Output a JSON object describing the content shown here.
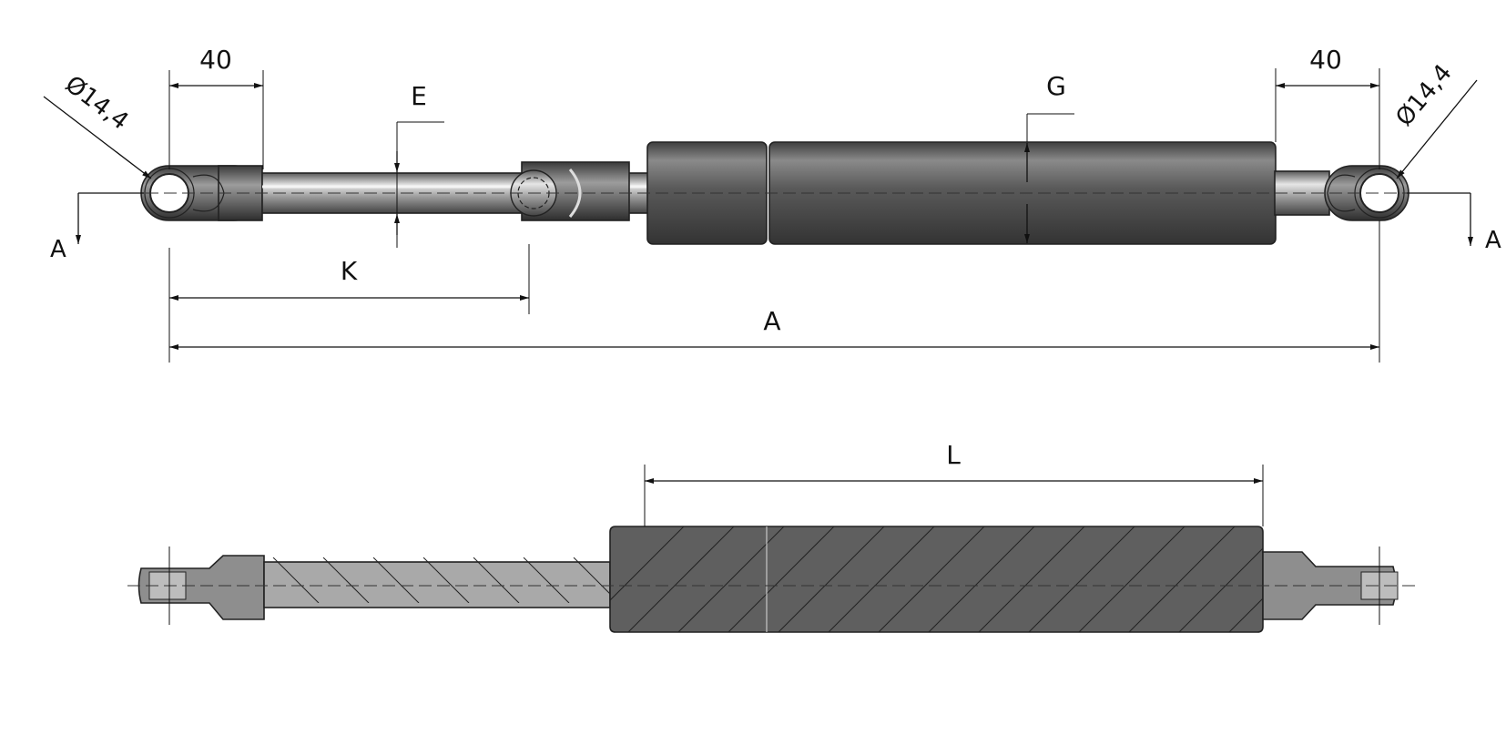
{
  "drawing": {
    "labels": {
      "end_length_left": "40",
      "end_length_right": "40",
      "hole_dia_left": "Ø14,4",
      "hole_dia_right": "Ø14,4",
      "rod_dia": "E",
      "body_dia": "G",
      "stroke_len": "K",
      "overall_len": "A",
      "body_len": "L",
      "section_left": "A",
      "section_right": "A"
    },
    "colors": {
      "body": "#5f5f5f",
      "rod": "#a9a9a9",
      "line": "#111111"
    }
  }
}
